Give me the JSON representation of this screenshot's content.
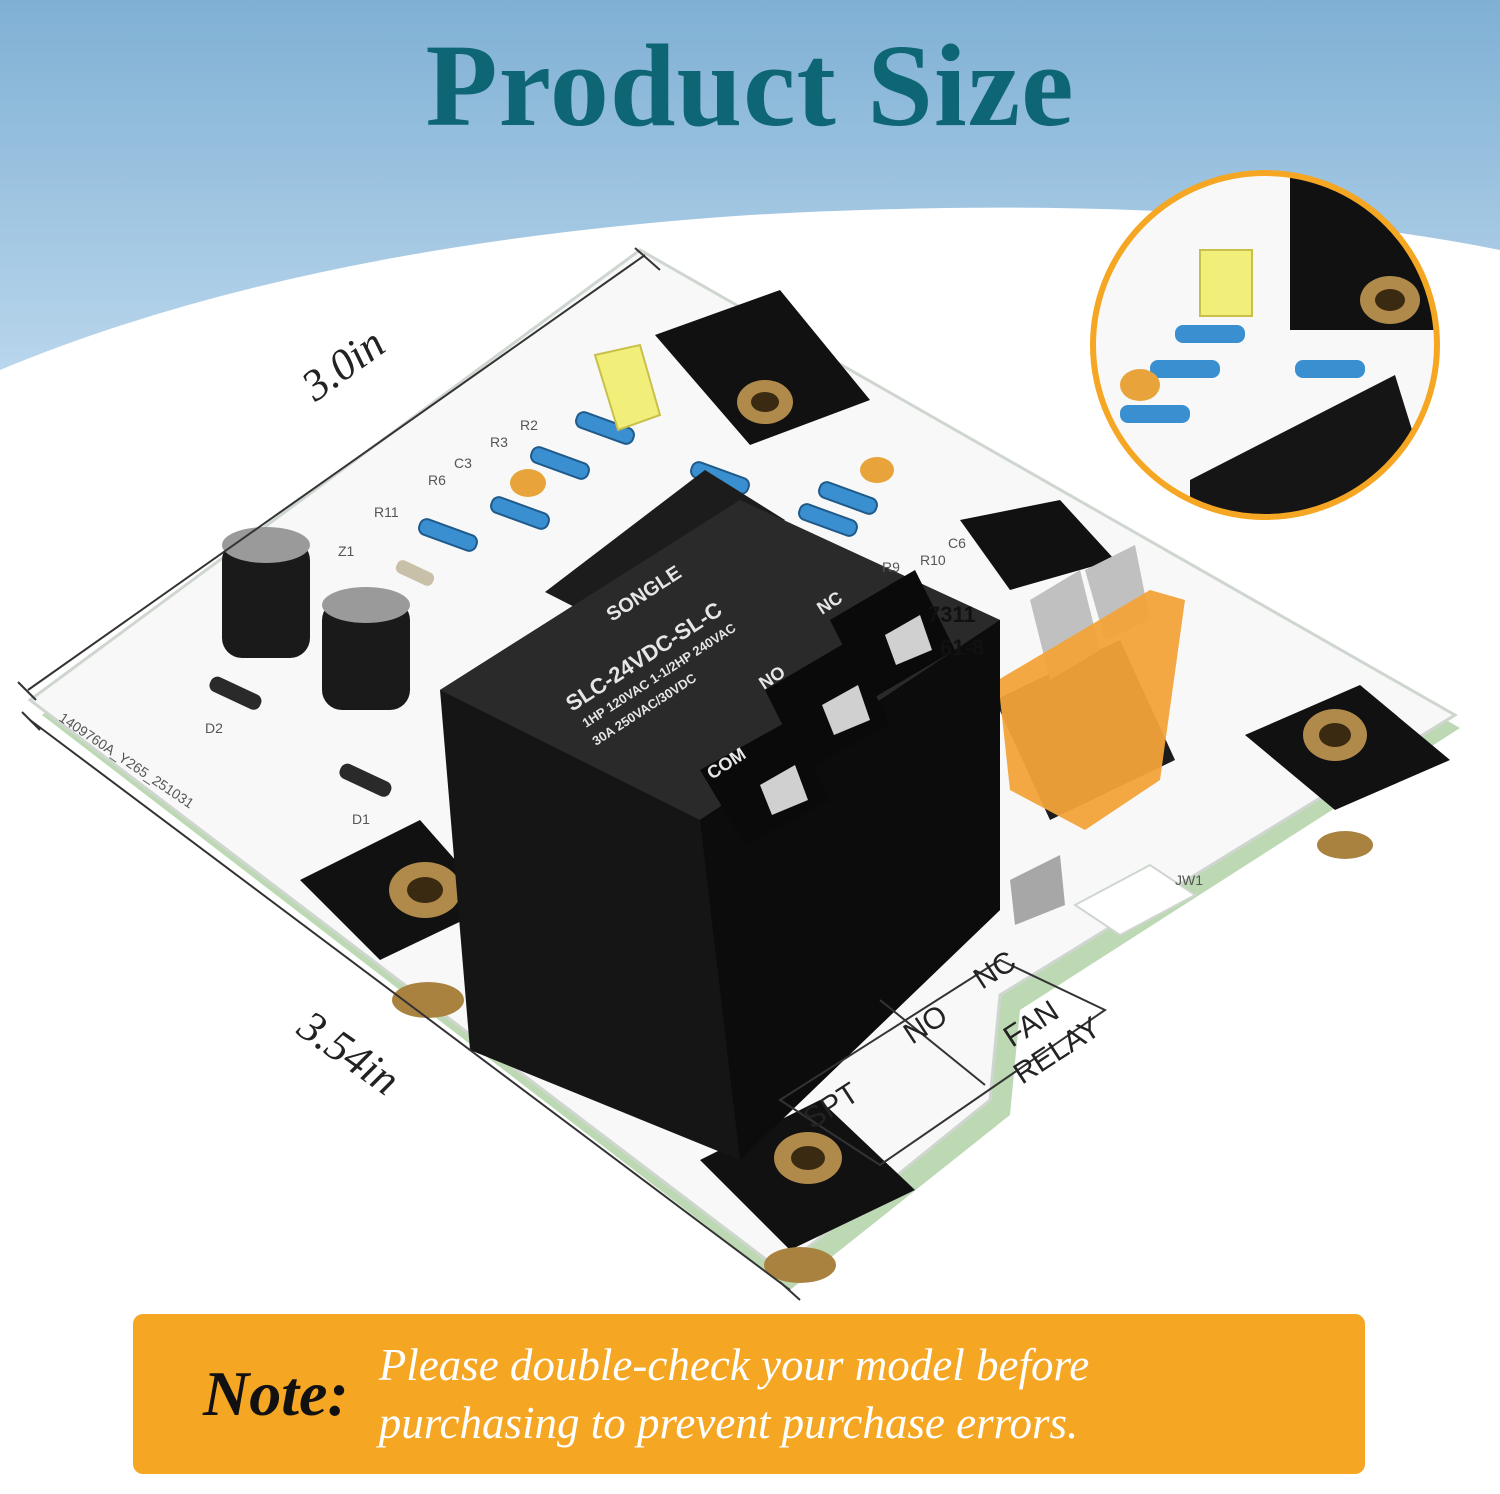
{
  "header": {
    "title": "Product Size"
  },
  "dimensions": {
    "length_top": "3.0in",
    "length_bottom": "3.54in"
  },
  "relay": {
    "brand": "SONGLE",
    "model": "SLC-24VDC-SL-C",
    "rating_line1": "1HP 120VAC 1-1/2HP 240VAC",
    "rating_line2": "30A 250VAC/30VDC",
    "terminal_nc": "NC",
    "terminal_no": "NO",
    "terminal_com": "COM"
  },
  "board": {
    "code": "1409760A_Y265_251031",
    "label_spt": "SPT",
    "label_no": "NO",
    "label_nc": "NC",
    "label_fan": "FAN",
    "label_relay": "RELAY",
    "label_jw1": "JW1",
    "label_r2": "R2",
    "label_r3": "R3",
    "label_r6": "R6",
    "label_r11": "R11",
    "label_r9": "R9",
    "label_r10": "R10",
    "label_c3": "C3",
    "label_c6": "C6",
    "label_z1": "Z1",
    "label_d1": "D1",
    "label_d2": "D2",
    "part_top": "7311",
    "part_bottom": "61-8"
  },
  "note": {
    "label": "Note:",
    "line1": "Please double-check your model before",
    "line2": "purchasing to prevent purchase errors."
  },
  "colors": {
    "title": "#0e6675",
    "note_bg": "#f5a623",
    "fuse": "#f2a33a",
    "inset_ring": "#f5a623"
  }
}
